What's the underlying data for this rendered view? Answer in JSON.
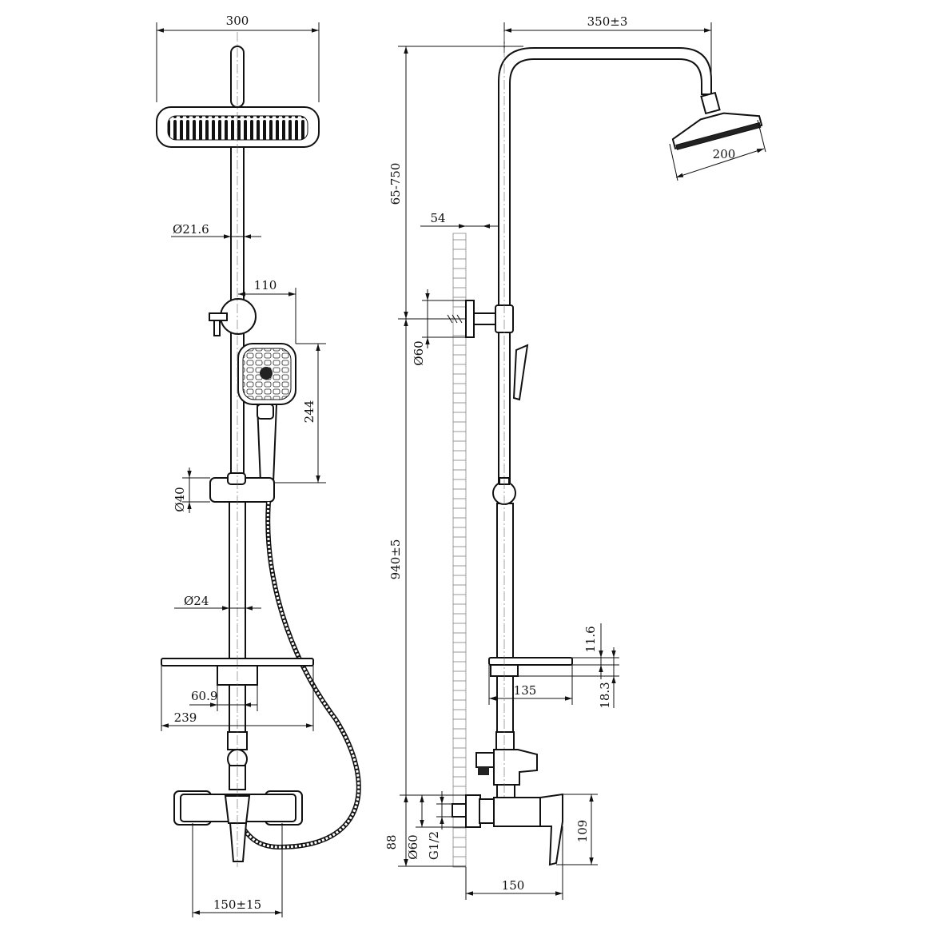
{
  "front_view": {
    "dim_head_width": "300",
    "dim_upper_pipe": "Ø21.6",
    "dim_hand_offset": "110",
    "dim_hand_height": "244",
    "dim_slider": "Ø40",
    "dim_lower_pipe": "Ø24",
    "dim_shelf_offset": "60.9",
    "dim_shelf_width": "239",
    "dim_centers": "150±15"
  },
  "side_view": {
    "dim_arm_reach": "350±3",
    "dim_head_diameter": "200",
    "dim_adjust_range": "65-750",
    "dim_wall_offset": "54",
    "dim_wall_flange": "Ø60",
    "dim_total_height": "940±5",
    "dim_shelf_thickness": "11.6",
    "dim_shelf_gap": "18.3",
    "dim_shelf_depth": "135",
    "dim_mixer_height": "109",
    "dim_inlet_height": "88",
    "dim_inlet_flange": "Ø60",
    "dim_inlet_thread": "G1/2",
    "dim_mixer_depth": "150"
  }
}
